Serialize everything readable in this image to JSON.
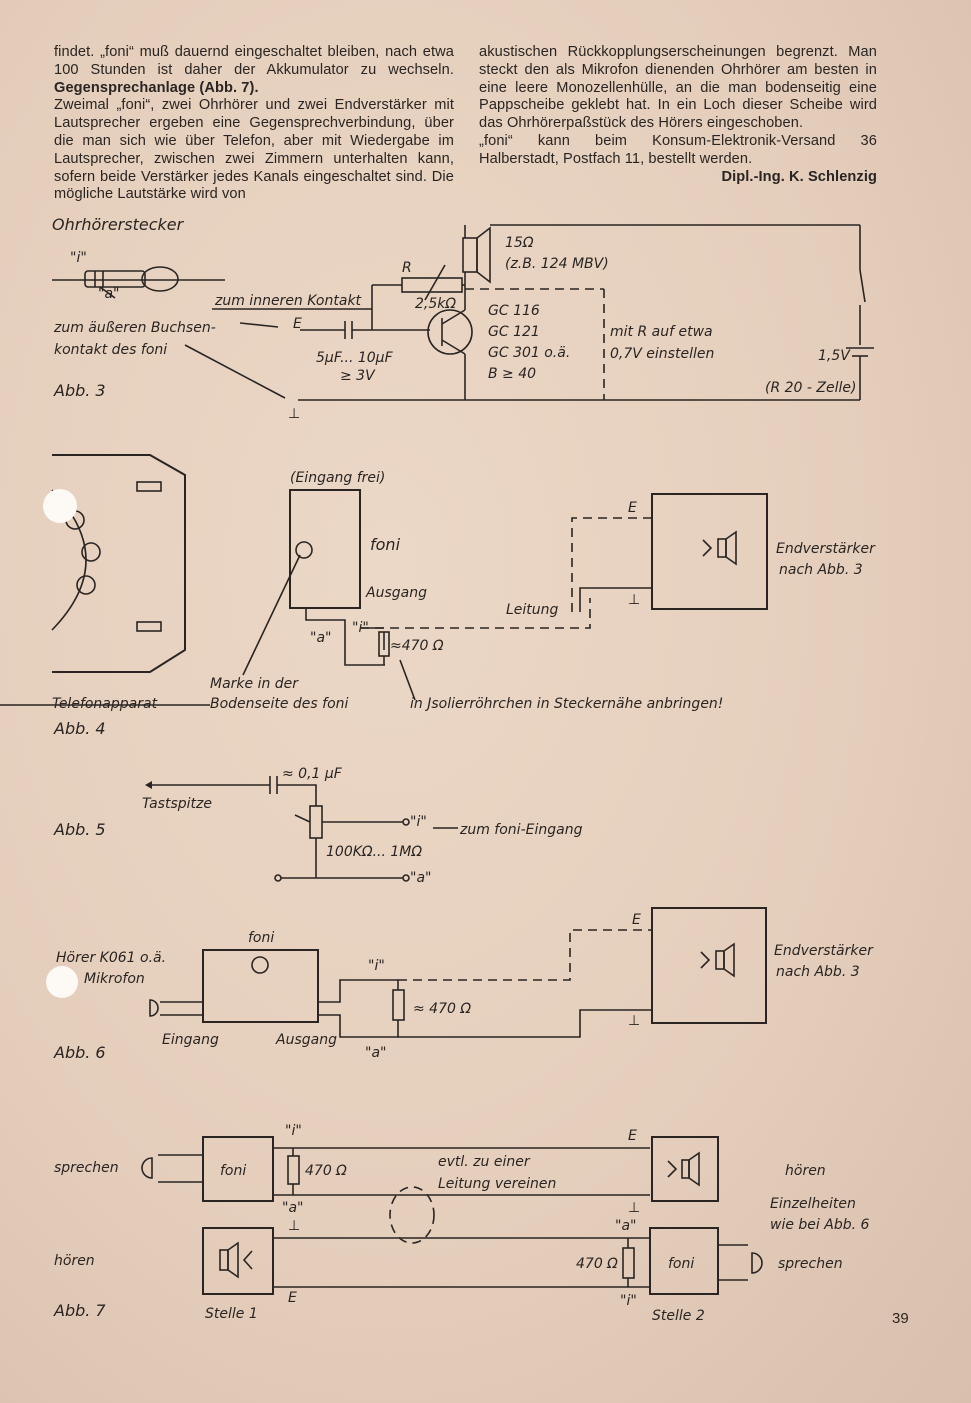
{
  "column_left": {
    "p1_before": "findet. „foni“ muß dauernd eingeschaltet bleiben, nach etwa 100 Stunden ist daher der Akkumulator zu wechseln. ",
    "p1_bold": "Gegensprechanlage (Abb. 7).",
    "p2": "Zweimal „foni“, zwei Ohrhörer und zwei Endverstärker mit Lautsprecher ergeben eine Gegensprechverbindung, über die man sich wie über Telefon, aber mit Wiedergabe im Lautsprecher, zwischen zwei Zimmern unterhalten kann, sofern beide Verstärker jedes Kanals eingeschaltet sind. Die mögliche Lautstärke wird von"
  },
  "column_right": {
    "p1": "akustischen Rückkopplungserscheinungen begrenzt. Man steckt den als Mikrofon dienenden Ohrhörer am besten in eine leere Monozellenhülle, an die man bodenseitig eine Pappscheibe geklebt hat. In ein Loch dieser Scheibe wird das Ohrhörerpaßstück des Hörers eingeschoben.",
    "p2": "„foni“ kann beim Konsum-Elektronik-Versand 36 Halberstadt, Postfach 11, bestellt werden.",
    "author": "Dipl.-Ing. K. Schlenzig"
  },
  "page_number": "39",
  "abb3": {
    "plug_title": "Ohrhörerstecker",
    "label_i": "\"i\"",
    "label_a": "\"a\"",
    "inner_contact": "zum inneren Kontakt",
    "outer_contact_1": "zum äußeren Buchsen-",
    "outer_contact_2": "kontakt des foni",
    "fig": "Abb. 3",
    "r_label": "R",
    "r_value": "2,5kΩ",
    "cap_1": "5μF... 10μF",
    "cap_2": "≥ 3V",
    "speaker_1": "15Ω",
    "speaker_2": "(z.B. 124 MBV)",
    "trans_1": "GC 116",
    "trans_2": "GC 121",
    "trans_3": "GC 301 o.ä.",
    "trans_4": "B ≥ 40",
    "note_1": "mit R auf etwa",
    "note_2": "0,7V einstellen",
    "batt_1": "1,5V",
    "batt_2": "(R 20 - Zelle)",
    "e_label": "E",
    "ground": "⊥"
  },
  "abb4": {
    "input_free": "(Eingang frei)",
    "foni": "foni",
    "output": "Ausgang",
    "leitung": "Leitung",
    "e_label": "E",
    "amp_1": "Endverstärker",
    "amp_2": "nach Abb. 3",
    "res": "≈470 Ω",
    "label_a": "\"a\"",
    "label_i": "\"i\"",
    "marke_1": "Marke in der",
    "marke_2": "Bodenseite des foni",
    "phone": "Telefonapparat",
    "isol": "in Jsolierröhrchen in Steckernähe anbringen!",
    "fig": "Abb. 4"
  },
  "abb5": {
    "cap": "≈ 0,1 μF",
    "probe": "Tastspitze",
    "label_i": "\"i\"",
    "to_input": "zum foni-Eingang",
    "pot": "100KΩ... 1MΩ",
    "label_a": "\"a\"",
    "fig": "Abb. 5"
  },
  "abb6": {
    "foni": "foni",
    "hoerer_1": "Hörer K061 o.ä.",
    "hoerer_2": "Mikrofon",
    "label_i": "\"i\"",
    "res": "≈ 470 Ω",
    "input": "Eingang",
    "output": "Ausgang",
    "label_a": "\"a\"",
    "e_label": "E",
    "amp_1": "Endverstärker",
    "amp_2": "nach Abb. 3",
    "fig": "Abb. 6"
  },
  "abb7": {
    "sprechen": "sprechen",
    "hoeren": "hören",
    "foni": "foni",
    "label_i": "\"i\"",
    "label_a": "\"a\"",
    "res": "470 Ω",
    "note_1": "evtl. zu einer",
    "note_2": "Leitung vereinen",
    "e_label": "E",
    "hoeren_right": "hören",
    "detail_1": "Einzelheiten",
    "detail_2": "wie bei Abb. 6",
    "sprechen_right": "sprechen",
    "stelle1": "Stelle 1",
    "stelle2": "Stelle 2",
    "fig": "Abb. 7"
  }
}
